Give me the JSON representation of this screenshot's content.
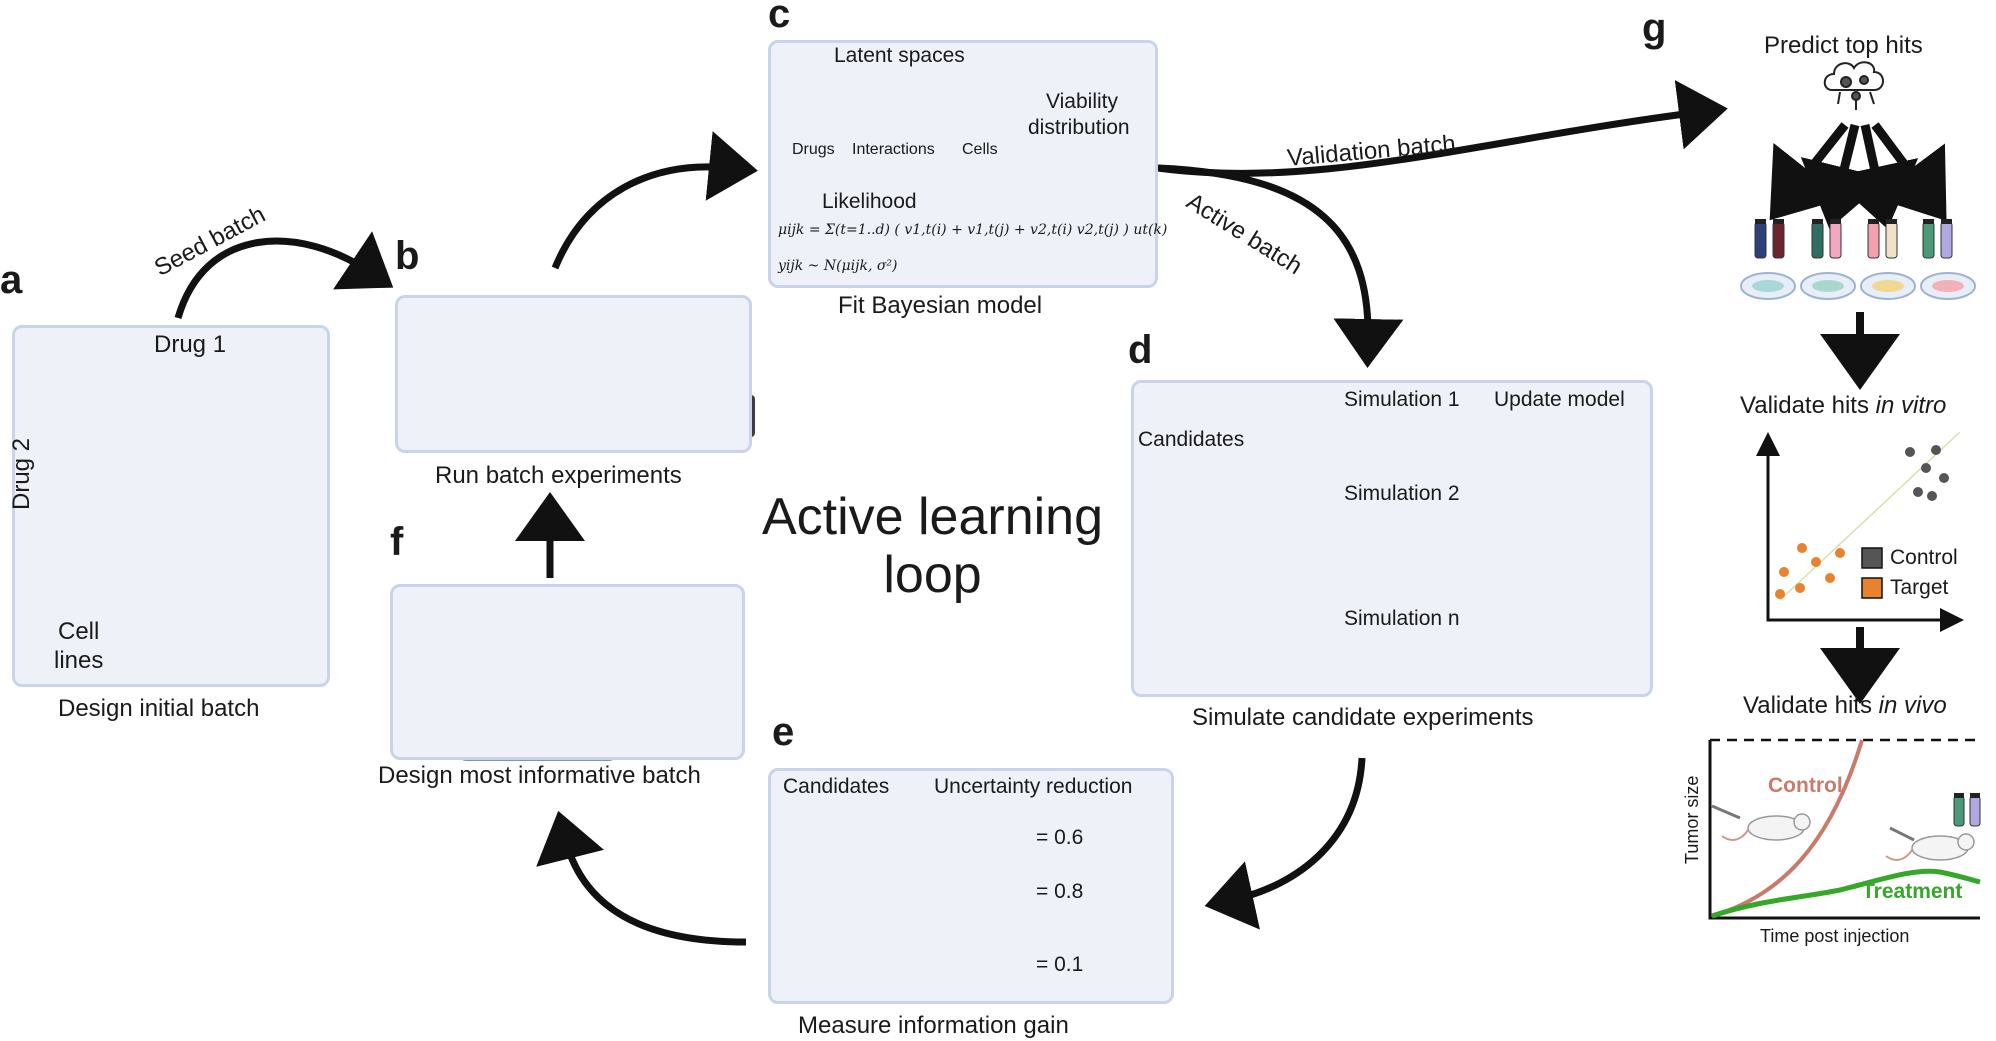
{
  "panels": {
    "a": {
      "letter": "a",
      "top_label": "Drug 1",
      "side_label": "Drug 2",
      "cell_label_1": "Cell",
      "cell_label_2": "lines",
      "caption": "Design initial batch"
    },
    "b": {
      "letter": "b",
      "caption": "Run batch experiments"
    },
    "c": {
      "letter": "c",
      "title": "Latent spaces",
      "space_labels": [
        "Drugs",
        "Interactions",
        "Cells"
      ],
      "likelihood": "Likelihood",
      "viability_1": "Viability",
      "viability_2": "distribution",
      "equation_1": "μijk = Σ(t=1..d) ( v1,t(i) + v1,t(j) + v2,t(i) v2,t(j) ) ut(k)",
      "equation_2": "yijk ~ N(μijk, σ²)",
      "caption": "Fit Bayesian model"
    },
    "d": {
      "letter": "d",
      "candidates": "Candidates",
      "update_model": "Update model",
      "simulations": [
        "Simulation 1",
        "Simulation 2",
        "Simulation n"
      ],
      "caption": "Simulate candidate experiments"
    },
    "e": {
      "letter": "e",
      "candidates": "Candidates",
      "uncertainty": "Uncertainty reduction",
      "values": [
        "= 0.6",
        "= 0.8",
        "= 0.1"
      ],
      "caption": "Measure information gain"
    },
    "f": {
      "letter": "f",
      "caption": "Design most informative batch"
    },
    "g": {
      "letter": "g",
      "predict": "Predict top hits",
      "vitro_prefix": "Validate hits ",
      "vitro_em": "in vitro",
      "legend": [
        "Control",
        "Target"
      ],
      "vivo_prefix": "Validate hits ",
      "vivo_em": "in vivo",
      "control": "Control",
      "treatment": "Treatment",
      "ylabel": "Tumor size",
      "xlabel": "Time post injection"
    }
  },
  "center_1": "Active learning",
  "center_2": "loop",
  "arrows": {
    "seed": "Seed batch",
    "validation": "Validation batch",
    "active": "Active batch"
  },
  "colors": {
    "panel_bg": "#eef1f8",
    "panel_border": "#c9d4ea",
    "drug_dots": "#3a6ea8",
    "interaction_dots": "#4f9a4a",
    "cell_dots": "#c93a3a",
    "curve": "#4a5f8f",
    "control": "#c97b6b",
    "treatment": "#35a82a",
    "target": "#e8822e",
    "control_dot": "#555555"
  }
}
